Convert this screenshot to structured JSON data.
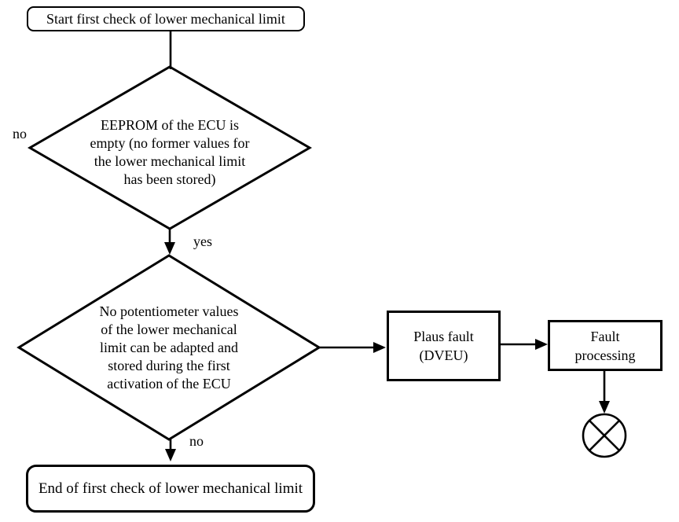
{
  "flowchart": {
    "start": {
      "label": "Start first check of lower mechanical limit"
    },
    "decision1": {
      "lines": [
        "EEPROM of the ECU is",
        "empty (no former values for",
        "the lower mechanical limit",
        "has been stored)"
      ],
      "no_label": "no",
      "yes_label": "yes"
    },
    "decision2": {
      "lines": [
        "No potentiometer values",
        "of the lower mechanical",
        "limit can be adapted and",
        "stored during the first",
        "activation of the ECU"
      ],
      "no_label": "no"
    },
    "plaus_fault": {
      "lines": [
        "Plaus fault",
        "(DVEU)"
      ]
    },
    "fault_processing": {
      "lines": [
        "Fault",
        "processing"
      ]
    },
    "end": {
      "label": "End of first check of lower mechanical limit"
    },
    "colors": {
      "stroke": "#000000",
      "background": "#ffffff"
    }
  }
}
